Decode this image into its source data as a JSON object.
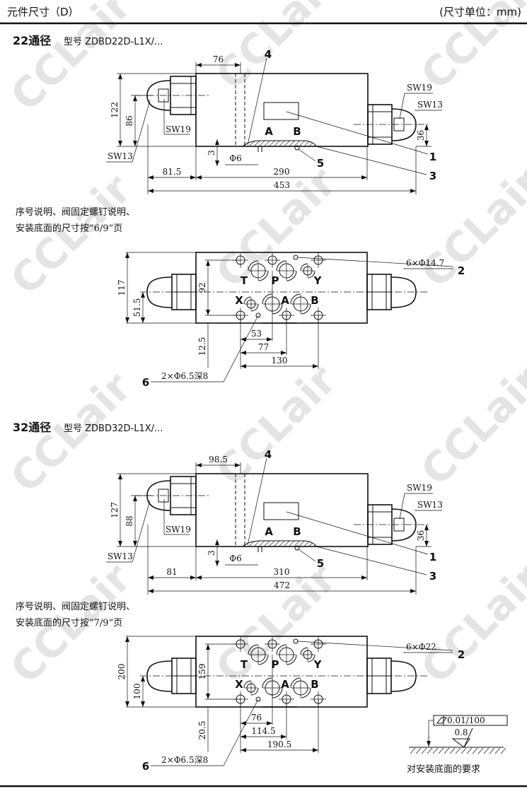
{
  "header": {
    "title": "元件尺寸（D）",
    "unit": "(尺寸单位：mm)"
  },
  "watermark": "CCLair",
  "sections": [
    {
      "size": "22通径",
      "model": "型号 ZDBD22D-L1X/...",
      "side": {
        "d_top": "76",
        "d_height": "122",
        "d_center": "86",
        "d_right": "36",
        "d_3": "3",
        "d_phi": "Φ6",
        "d_left": "81.5",
        "d_body": "290",
        "d_total": "453",
        "sw19": "SW19",
        "sw13": "SW13",
        "port_a": "A",
        "port_b": "B",
        "c1": "1",
        "c3": "3",
        "c4": "4",
        "c5": "5"
      },
      "notes": [
        "序号说明、阀固定螺钉说明、",
        "安装底面的尺寸按“6/9”页"
      ],
      "top": {
        "d_height": "117",
        "d_center": "51.5",
        "d_holes": "92",
        "d_offset": "12.5",
        "d1": "53",
        "d2": "77",
        "d3": "130",
        "holes": "6×Φ14.7",
        "c2": "2",
        "pins": "2×Φ6.5深8",
        "c6": "6",
        "ports": [
          "T",
          "P",
          "Y",
          "X",
          "A",
          "B"
        ]
      }
    },
    {
      "size": "32通径",
      "model": "型号 ZDBD32D-L1X/...",
      "side": {
        "d_top": "98.5",
        "d_height": "127",
        "d_center": "88",
        "d_right": "36",
        "d_3": "3",
        "d_phi": "Φ6",
        "d_left": "81",
        "d_body": "310",
        "d_total": "472",
        "sw19": "SW19",
        "sw13": "SW13",
        "port_a": "A",
        "port_b": "B",
        "c1": "1",
        "c3": "3",
        "c4": "4",
        "c5": "5"
      },
      "notes": [
        "序号说明、阀固定螺钉说明、",
        "安装底面的尺寸按“7/9”页"
      ],
      "top": {
        "d_height": "200",
        "d_center": "100",
        "d_holes": "159",
        "d_offset": "20.5",
        "d1": "76",
        "d2": "114.5",
        "d3": "190.5",
        "holes": "6×Φ22",
        "c2": "2",
        "pins": "2×Φ6.5深8",
        "c6": "6",
        "ports": [
          "T",
          "P",
          "Y",
          "X",
          "A",
          "B"
        ]
      }
    }
  ],
  "requirement": {
    "tolerance": "0.01/100",
    "roughness": "0.8",
    "caption": "对安装底面的要求"
  }
}
